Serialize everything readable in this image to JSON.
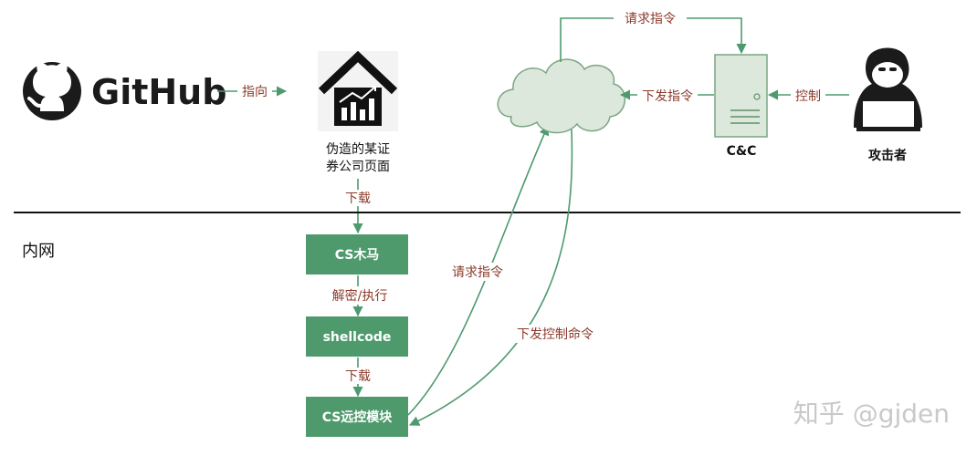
{
  "github": {
    "label": "GitHub",
    "icon": "github-octocat-icon"
  },
  "edges": {
    "github_to_page": "指向",
    "page_to_trojan": "下载",
    "trojan_to_shellcode": "解密/执行",
    "shellcode_to_module": "下载",
    "module_to_cloud": "请求指令",
    "cloud_to_module": "下发控制命令",
    "cloud_to_cc": "请求指令",
    "cc_to_cloud": "下发指令",
    "attacker_to_cc": "控制"
  },
  "fake_page": {
    "line1": "伪造的某证",
    "line2": "券公司页面",
    "icon": "house-chart-icon"
  },
  "cc": {
    "label": "C&C",
    "icon": "server-icon"
  },
  "attacker": {
    "label": "攻击者",
    "icon": "hacker-icon"
  },
  "cloud": {
    "icon": "cloud-icon"
  },
  "intranet_label": "内网",
  "boxes": {
    "trojan": "CS木马",
    "shellcode": "shellcode",
    "module": "CS远控模块"
  },
  "watermark": "知乎 @gjden",
  "colors": {
    "box_fill": "#4f9a6d",
    "arrow": "#4e9a6f",
    "edge_label": "#8b3a2a",
    "cloud_fill": "#dde8dc"
  }
}
